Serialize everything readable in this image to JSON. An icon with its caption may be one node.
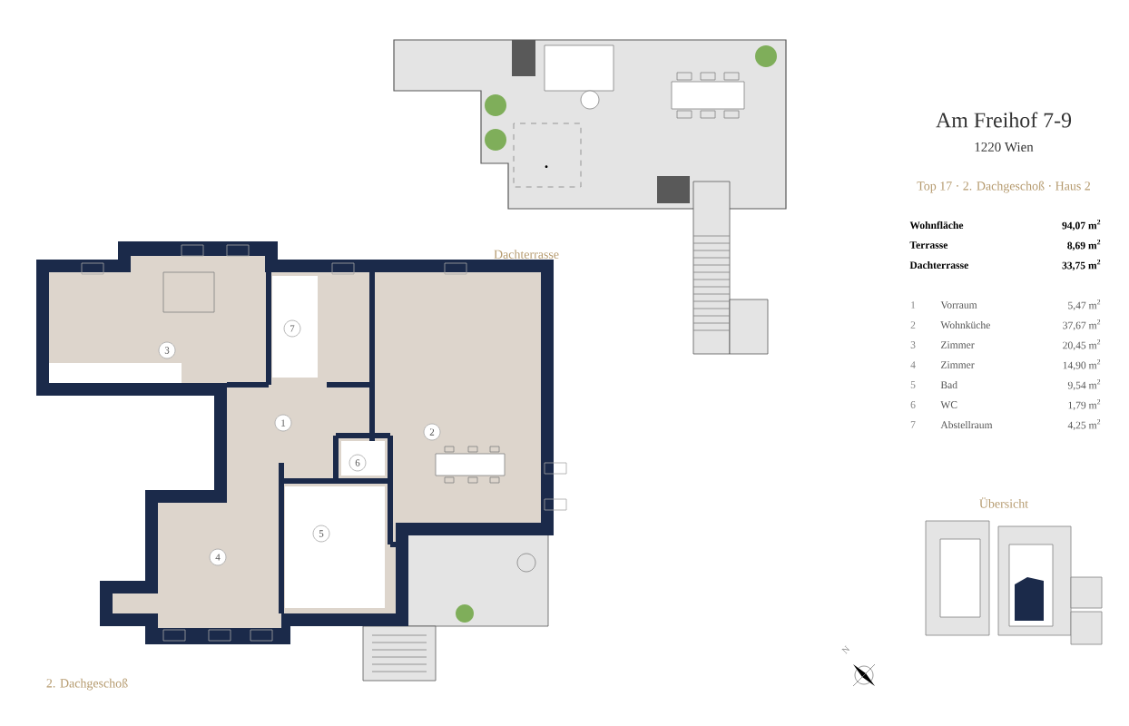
{
  "diagram": {
    "title": "Am Freihof 7-9",
    "labels": [
      "Dachterrasse",
      "3",
      "7",
      "1",
      "2",
      "6",
      "5",
      "4",
      "2. Dachgeschoß",
      "1220 Wien",
      "Top 17 · 2. Dachgeschoß · Haus 2",
      "Wohnfläche",
      "94,07 m$^{2}$",
      "Terrasse",
      "8,69 m$^{2}$",
      "Dachterrasse",
      "33,75 m$^{2}$",
      "1",
      "Vorraum",
      "5,47 m$^{2}$",
      "2",
      "Wohnküche",
      "37,67 m$^{2}$",
      "3",
      "Zimmer",
      "20,45 m$^{2}$",
      "4",
      "Zimmer",
      "14,90 m$^{2}$",
      "5",
      "Bad",
      "9,54 m$^{2}$",
      "6",
      "WC",
      "1,79 m$^{2}$",
      "7",
      "Abstellraum",
      "4,25 m$^{2}$",
      "Übersicht",
      "N"
    ]
  }
}
